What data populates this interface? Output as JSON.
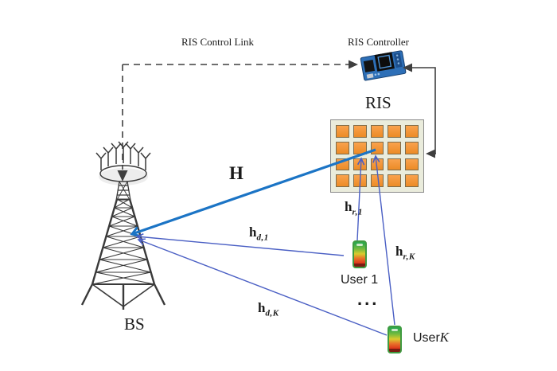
{
  "diagram": {
    "control_link_label": "RIS Control Link",
    "controller_label": "RIS Controller",
    "ris_label": "RIS",
    "bs_label": "BS",
    "dots": "...",
    "channels": {
      "H": "H",
      "hd1": {
        "base": "h",
        "sub": "d,1"
      },
      "hdK": {
        "base": "h",
        "sub": "d,K"
      },
      "hr1": {
        "base": "h",
        "sub": "r,1"
      },
      "hrK": {
        "base": "h",
        "sub": "r,K"
      }
    },
    "users": {
      "user1_label": "User 1",
      "userK_prefix": "User",
      "userK_var": "K"
    },
    "ris_panel": {
      "rows": 4,
      "cols": 5
    },
    "icons": {
      "bs": "lattice-tower-with-antenna-array",
      "ris": "grid-of-reflecting-elements",
      "controller": "circuit-board",
      "user": "smartphone-battery-gradient"
    },
    "colors": {
      "h_line": "#1b74c5",
      "user_line": "#4a5fc4",
      "link_line": "#3f3f3f",
      "panel_bg": "#eaecdc",
      "element_fill": "#f79a40",
      "element_border": "#7d6c4a"
    }
  }
}
